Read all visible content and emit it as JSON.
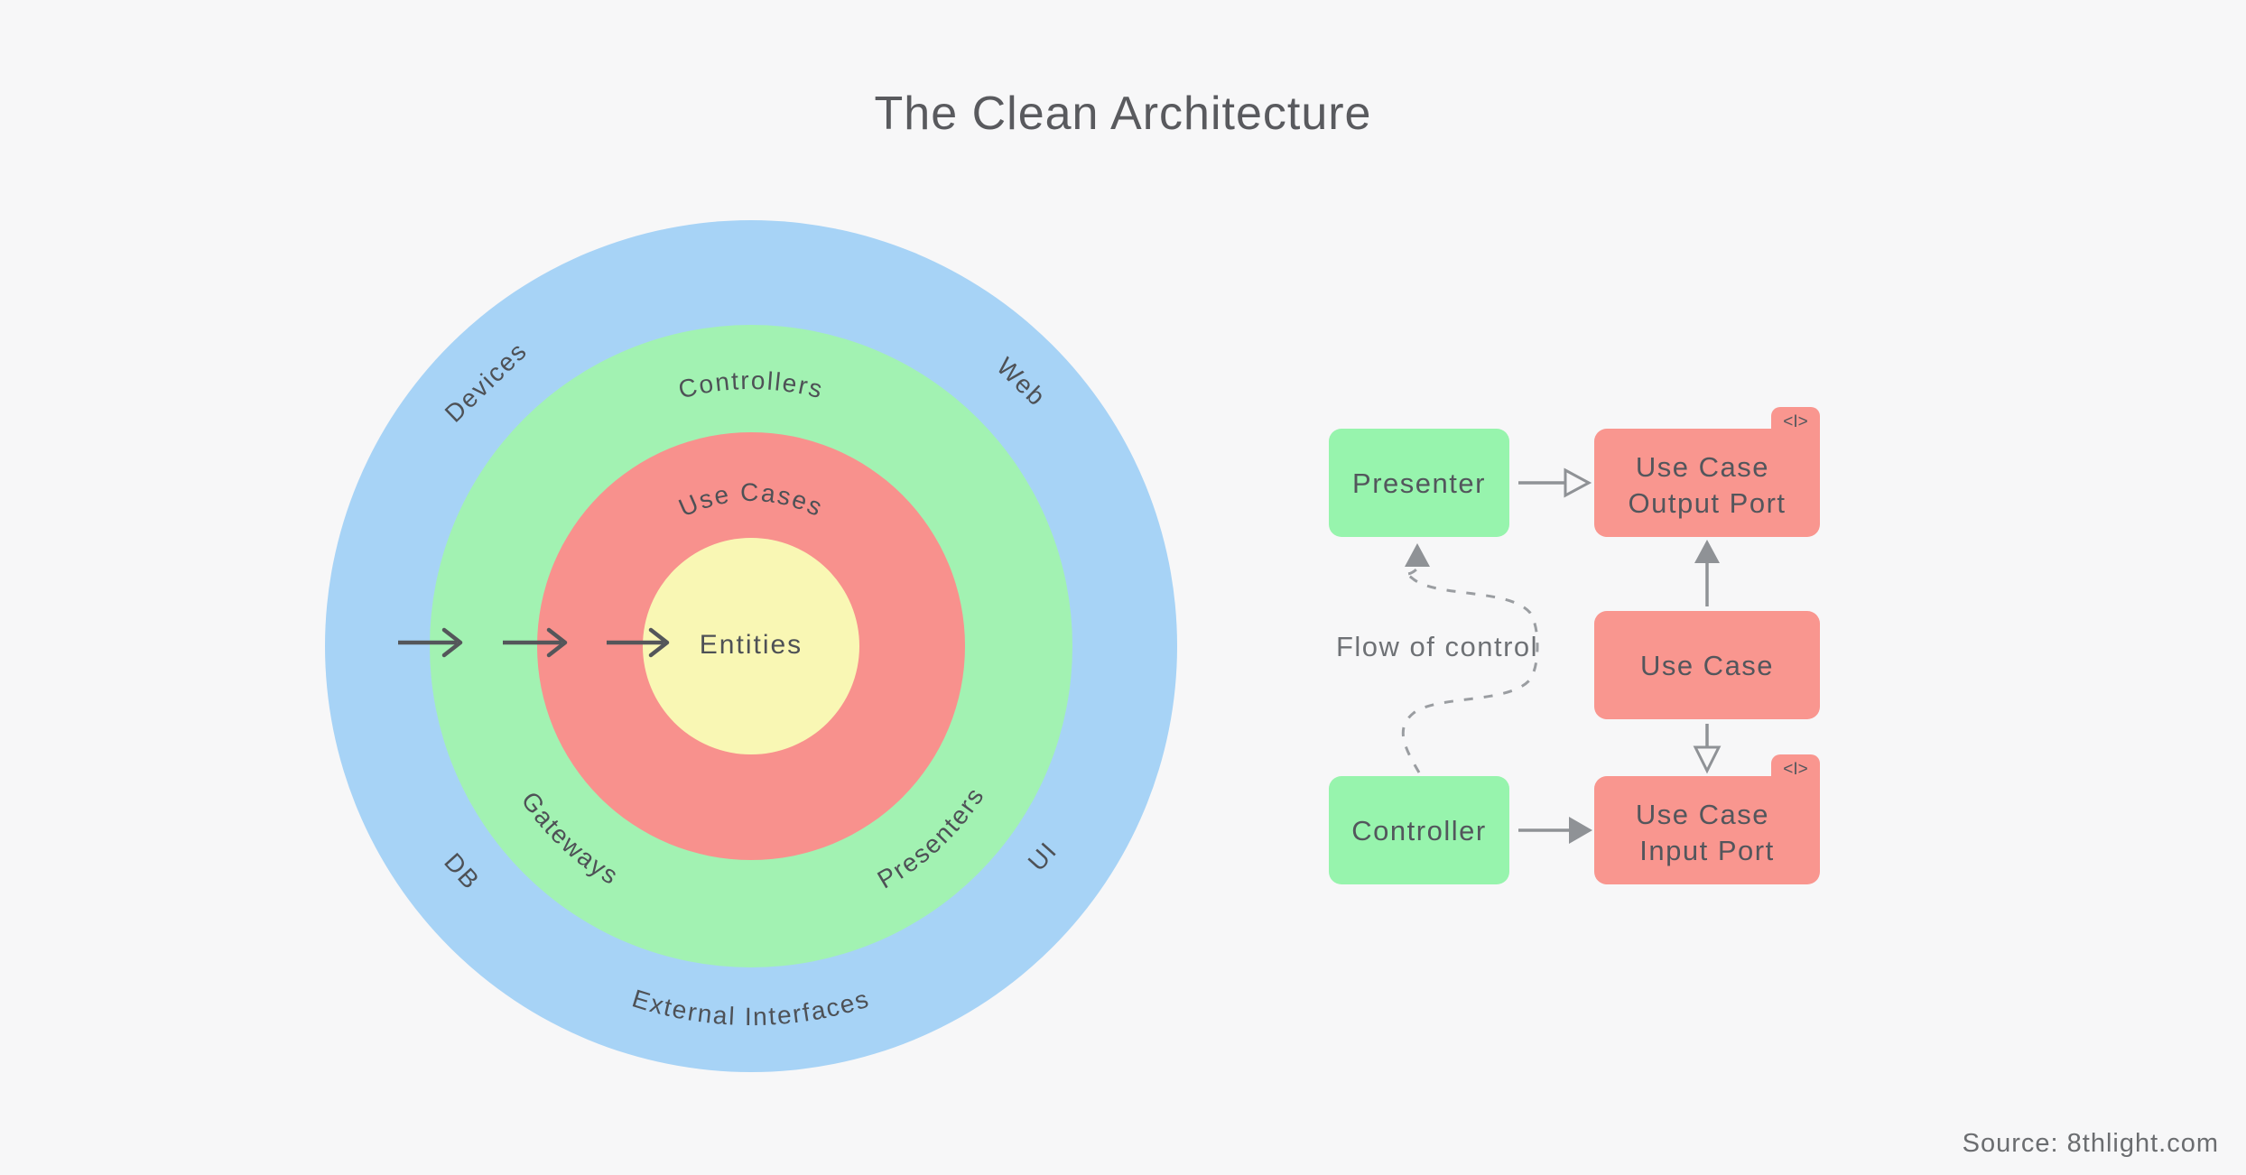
{
  "title": "The Clean Architecture",
  "source_credit": "Source: 8thlight.com",
  "colors": {
    "background": "#f7f7f8",
    "ring_blue": "#a7d3f6",
    "ring_green": "#a2f2b2",
    "ring_red": "#f8918d",
    "ring_yellow": "#f9f7b4",
    "box_green": "#97f4ad",
    "box_red": "#f9968f"
  },
  "circle_diagram": {
    "outer_ring": {
      "top_left_label": "Devices",
      "top_right_label": "Web",
      "bottom_left_label": "DB",
      "bottom_right_label": "UI",
      "bottom_label": "External Interfaces"
    },
    "green_ring": {
      "top_label": "Controllers",
      "bottom_left_label": "Gateways",
      "bottom_right_label": "Presenters"
    },
    "red_ring_label": "Use Cases",
    "center_label": "Entities"
  },
  "flow_diagram": {
    "flow_label": "Flow of control",
    "interface_tag": "<I>",
    "presenter_label": "Presenter",
    "controller_label": "Controller",
    "use_case_label": "Use Case",
    "output_port_line1": "Use Case",
    "output_port_line2": "Output Port",
    "input_port_line1": "Use Case",
    "input_port_line2": "Input Port"
  }
}
